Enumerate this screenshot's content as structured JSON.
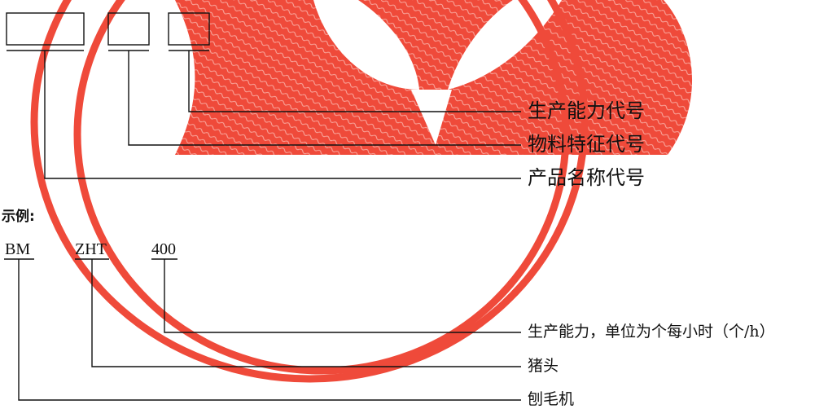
{
  "legend": {
    "capacity_code": "生产能力代号",
    "material_code": "物料特征代号",
    "product_code": "产品名称代号"
  },
  "example": {
    "heading": "示例:",
    "codes": {
      "product": "BM",
      "material": "ZHT",
      "capacity": "400"
    },
    "descriptions": {
      "capacity": "生产能力，单位为个每小时（个/h）",
      "material": "猪头",
      "product": "刨毛机"
    }
  },
  "colors": {
    "watermark": "#ef4a3a",
    "line": "#111111"
  }
}
